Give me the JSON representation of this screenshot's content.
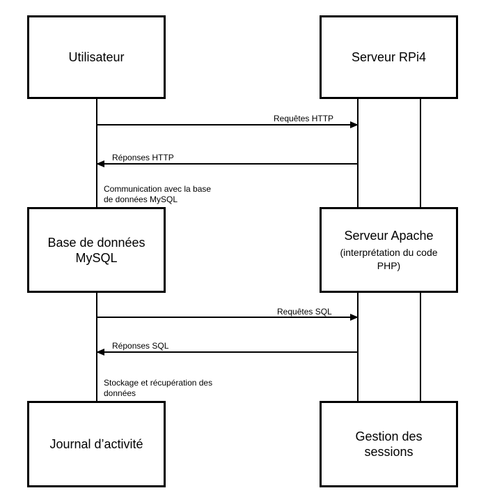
{
  "boxes": {
    "utilisateur": "Utilisateur",
    "serveur_rpi4": "Serveur RPi4",
    "base_de_donnees": "Base de données\nMySQL",
    "serveur_apache": "Serveur Apache",
    "serveur_apache_sub": "(interprétation du code\nPHP)",
    "journal": "Journal d’activité",
    "gestion_sessions": "Gestion des\nsessions"
  },
  "messages": {
    "requetes_http": "Requêtes HTTP",
    "reponses_http": "Réponses HTTP",
    "communication_mysql": "Communication avec la base\nde données MySQL",
    "requetes_sql": "Requêtes SQL",
    "reponses_sql": "Réponses SQL",
    "stockage": "Stockage et récupération des\ndonnées"
  }
}
